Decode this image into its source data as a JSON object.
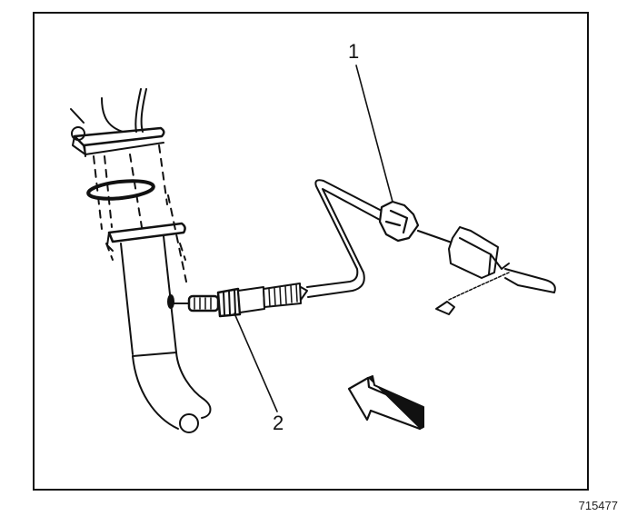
{
  "figure": {
    "figure_number": "715477",
    "callouts": [
      {
        "id": "1",
        "label": "1",
        "target": "oxygen sensor electrical connector"
      },
      {
        "id": "2",
        "label": "2",
        "target": "oxygen sensor"
      }
    ],
    "components": [
      "exhaust pipe",
      "flange gasket",
      "flange",
      "oxygen sensor",
      "sensor harness",
      "electrical connector",
      "view direction arrow"
    ],
    "colors": {
      "line": "#111111",
      "background": "#ffffff"
    }
  }
}
